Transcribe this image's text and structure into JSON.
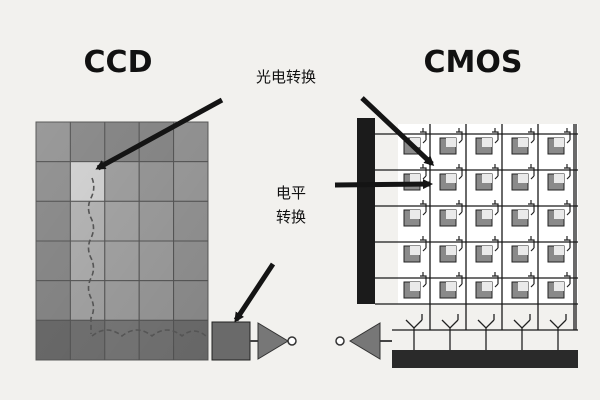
{
  "ccd": {
    "title": "CCD",
    "rows": 6,
    "cols": 5,
    "shades": [
      [
        "#9a9a9a",
        "#8e8e8e",
        "#8a8a8a",
        "#8c8c8c",
        "#999999"
      ],
      [
        "#959595",
        "#d6d6d6",
        "#a4a4a4",
        "#9c9c9c",
        "#a0a0a0"
      ],
      [
        "#8f8f8f",
        "#b9b9b9",
        "#a9a9a9",
        "#a2a2a2",
        "#9a9a9a"
      ],
      [
        "#8c8c8c",
        "#b2b2b2",
        "#a8a8a8",
        "#a4a4a4",
        "#999999"
      ],
      [
        "#8a8a8a",
        "#a9a9a9",
        "#a4a4a4",
        "#a0a0a0",
        "#969696"
      ],
      [
        "#6e6e6e",
        "#767676",
        "#7d7d7d",
        "#7a7a7a",
        "#747474"
      ]
    ]
  },
  "cmos": {
    "title": "CMOS",
    "rows": 5,
    "cols": 5
  },
  "labels": {
    "photoelectric": "光电转换",
    "level_line1": "电平",
    "level_line2": "转换"
  },
  "colors": {
    "background": "#f2f1ee",
    "arrow": "#141414",
    "grid_line": "#1a1a1a",
    "wire": "#666666"
  }
}
